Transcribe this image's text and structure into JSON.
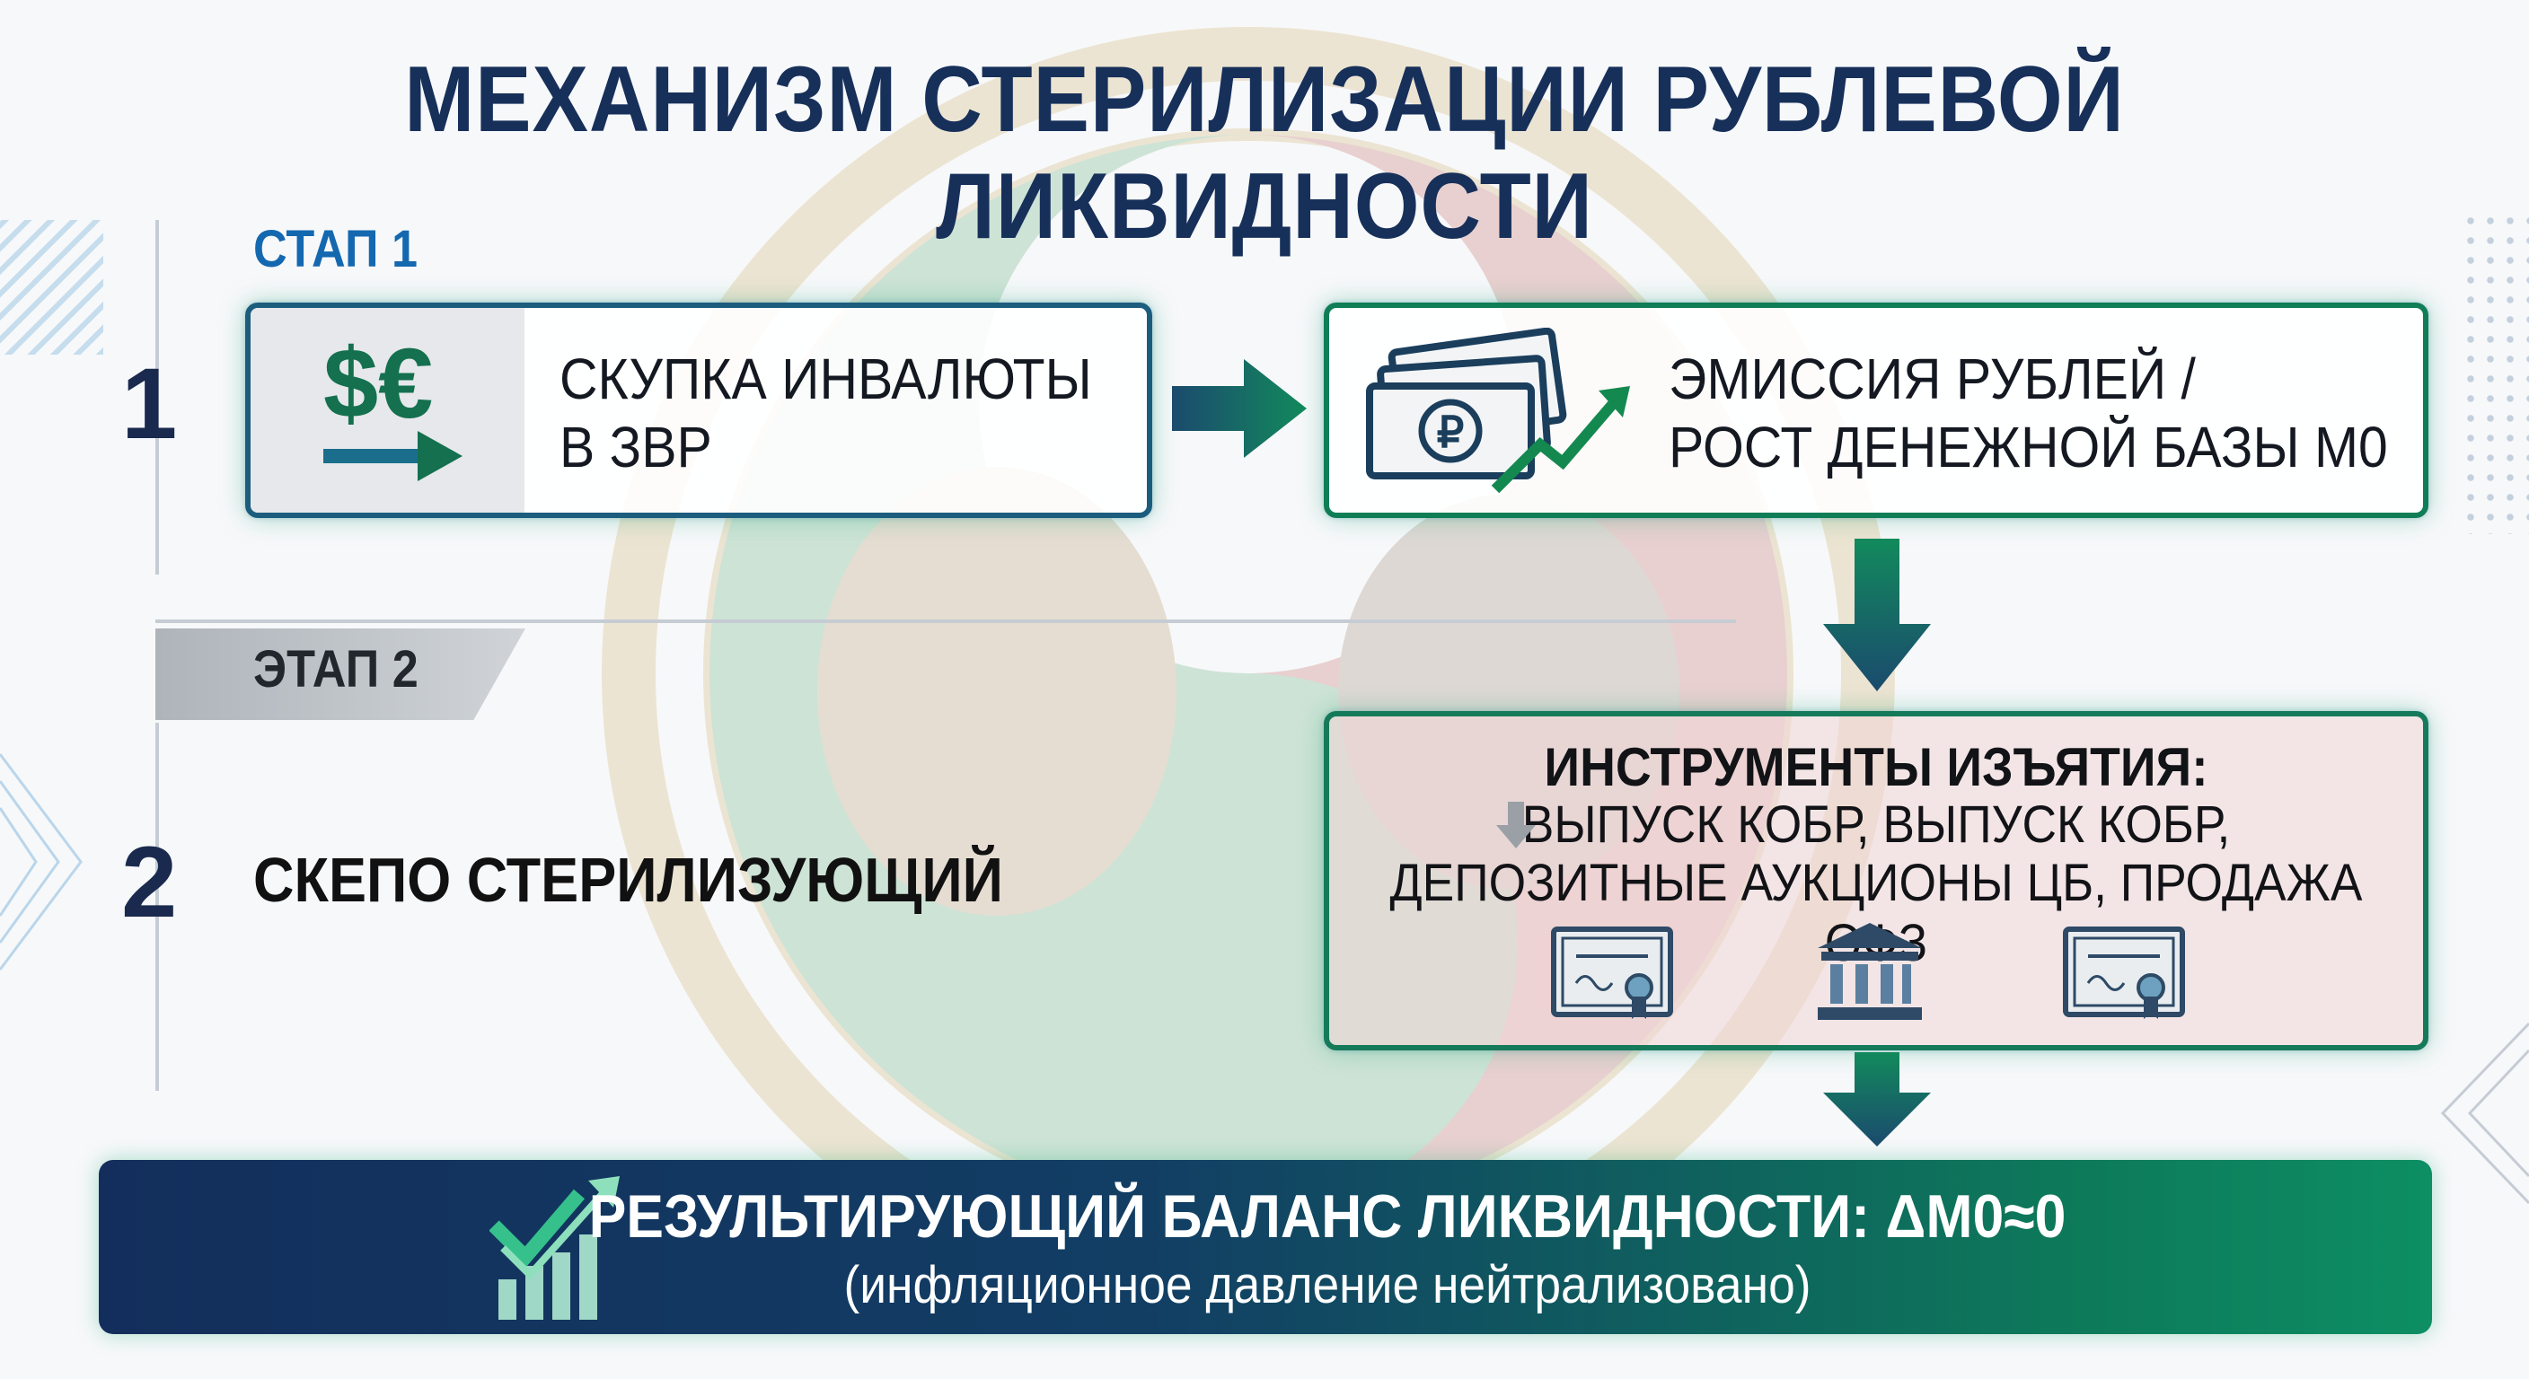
{
  "title": "МЕХАНИЗМ СТЕРИЛИЗАЦИИ РУБЛЕВОЙ ЛИКВИДНОСТИ",
  "stage1": {
    "label": "СТАП 1",
    "number": "1",
    "box1": {
      "line1": "СКУПКА ИНВАЛЮТЫ",
      "line2": "В ЗВР",
      "icon": "dollar-euro-arrow-icon",
      "symbols": "$€"
    },
    "box2": {
      "line1": "ЭМИССИЯ РУБЛЕЙ /",
      "line2": "РОСТ ДЕНЕЖНОЙ БАЗЫ М0",
      "icon": "ruble-banknotes-growth-icon",
      "ruble": "₽"
    }
  },
  "stage2": {
    "label": "ЭТАП 2",
    "number": "2",
    "name": "СКЕПО СТЕРИЛИЗУЮЩИЙ",
    "box3": {
      "title": "ИНСТРУМЕНТЫ ИЗЪЯТИЯ:",
      "line1": "ВЫПУСК КОБР, ВЫПУСК КОБР,",
      "line2": "ДЕПОЗИТНЫЕ АУКЦИОНЫ ЦБ, ПРОДАЖА ОФЗ",
      "icons": [
        "certificate-icon",
        "central-bank-icon",
        "certificate-icon"
      ]
    }
  },
  "result": {
    "title": "РЕЗУЛЬТИРУЮЩИЙ БАЛАНС ЛИКВИДНОСТИ: ΔM0≈0",
    "subtitle": "(инфляционное давление нейтрализовано)",
    "icon": "check-growth-chart-icon"
  },
  "colors": {
    "title": "#17305a",
    "stage1": "#1468b0",
    "green": "#0f7d55",
    "navy": "#132e5c"
  }
}
